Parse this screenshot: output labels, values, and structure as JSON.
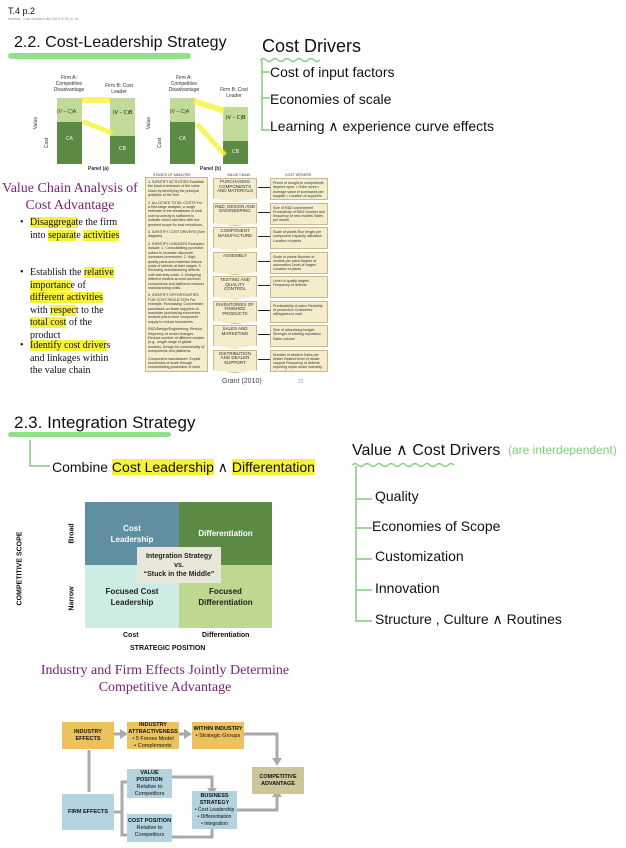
{
  "header": {
    "title": "T.4 p.2",
    "date": "martes, 3 de octubre de 2023   6:32 p. m."
  },
  "section1": {
    "heading": "2.2. Cost-Leadership Strategy",
    "chart": {
      "firm_a": "Firm A: Competitive Disadvantage",
      "firm_b": "Firm B: Cost Leader",
      "value_label": "Value",
      "cost_label": "Cost",
      "va": "(V – C)A",
      "vb": "(V – C)B",
      "ca": "CA",
      "cb": "CB",
      "panel_a": "Panel (a)",
      "panel_b": "Panel (b)"
    },
    "drivers": {
      "title": "Cost Drivers",
      "items": [
        "Cost of input factors",
        "Economies of scale",
        "Learning ∧ experience curve effects"
      ]
    }
  },
  "value_chain": {
    "title": "Value Chain Analysis of Cost Advantage",
    "bullets": [
      {
        "parts": [
          "Disaggregat",
          "e the firm into ",
          "separat",
          "e ",
          "activities"
        ]
      },
      {
        "parts": [
          "Establish the ",
          "relative importanc",
          "e of ",
          "different activities",
          " with ",
          "respec",
          "t to the ",
          "total cost",
          " of the product"
        ]
      },
      {
        "parts": [
          "Identify cost driver",
          "s and linkages within the value chain"
        ]
      }
    ],
    "col_headers": [
      "STAGES OF ANALYSIS",
      "VALUE CHAIN",
      "COST DRIVERS"
    ],
    "stages": [
      "1. IDENTIFY ACTIVITIES Establish the basic framework of the value chain by identifying the principal activities of the firm.",
      "2. ALLOCATE TOTAL COSTS For a first-stage analysis, a rough estimate of the breakdown of total cost by activity is sufficient to indicate which activities offer the greatest scope for cost reductions.",
      "3. IDENTIFY COST DRIVERS (See diagram)",
      "4. IDENTIFY LINKAGES Examples include: 1. Consolidating purchase orders to increase discounts increases inventories. 2. High-quality parts and materials reduce costs of defects at later stages. 3. Reducing manufacturing defects cuts warranty costs. 4. Designing different models around common components and platforms reduces manufacturing costs.",
      "5. IDENTIFY OPPORTUNITIES FOR COST REDUCTION For example: Purchasing: Concentrate purchases on fewer suppliers to maximize purchasing economies. Institute just-in-time component supply to reduce inventories.",
      "R&D/Design/Engineering: Reduce frequency of model changes. Reduce number of different models (e.g., single range of global models). Design for commonality of components and platforms.",
      "Component manufacture: Exploit economies of scale through concentrating production of each component on fewer plants. Outsource wherever scale of production or run lengths are suboptimal or where outside suppliers have technology advantages. For labor-intensive components (e.g., seats, dashboards, trim), relocate production to low-wage countries. Improve capacity utilization through plant rationalization or supplying components to other manufacturers."
    ],
    "chain": [
      "PURCHASING COMPONENTS AND MATERIALS",
      "R&D, DESIGN AND ENGINEERING",
      "COMPONENT MANUFACTURE",
      "ASSEMBLY",
      "TESTING AND QUALITY CONTROL",
      "INVENTORIES OF FINISHED PRODUCTS",
      "SALES AND MARKETING",
      "DISTRIBUTION AND DEALER SUPPORT"
    ],
    "cost_drivers": [
      "Prices of bought-in components depend upon: • Order sizes • Average value of purchases per supplier • Location of suppliers",
      "Size of R&D commitment Productivity of R&D Number and frequency of new models Sales per model",
      "Scale of plants Run length per component Capacity utilization Location of plants",
      "Scale of plants Number of models per plant Degree of automation Level of wages Location of plants",
      "Level of quality targets Frequency of defects",
      "Predictability of sales Flexibility of production Customers' willingness to wait",
      "Size of advertising budget Strength of existing reputation Sales volume",
      "Number of dealers Sales per dealer Desired level of dealer support Frequency of defects requiring repair under warranty of recalls"
    ],
    "source": "Grant (2010)",
    "page_number": "22"
  },
  "section2": {
    "heading": "2.3. Integration Strategy",
    "combine": [
      "Combine ",
      "Cost Leadership",
      " ∧ ",
      "Differentation"
    ],
    "matrix": {
      "cells": [
        "Cost Leadership",
        "Differentiation",
        "Focused Cost Leadership",
        "Focused Differentiation"
      ],
      "center": [
        "Integration Strategy",
        "vs.",
        "“Stuck in the Middle”"
      ],
      "y_axis": "COMPETITIVE SCOPE",
      "y_ticks": [
        "Broad",
        "Narrow"
      ],
      "x_ticks": [
        "Cost",
        "Differentiation"
      ],
      "x_axis": "STRATEGIC POSITION",
      "colors": [
        "#5f8fa0",
        "#5a8a43",
        "#cdece4",
        "#bfd890"
      ]
    },
    "effects_title": "Industry and Firm Effects Jointly Determine Competitive Advantage",
    "flow": {
      "industry_effects": "INDUSTRY EFFECTS",
      "industry_attr": "INDUSTRY ATTRACTIVENESS",
      "industry_attr_items": [
        "• 5 Forces Model",
        "• Complements"
      ],
      "within": "WITHIN INDUSTRY",
      "within_items": [
        "• Strategic Groups"
      ],
      "comp_adv": "COMPETITIVE ADVANTAGE",
      "firm_effects": "FIRM EFFECTS",
      "value_pos": "VALUE POSITION",
      "value_pos_sub": "Relative to Competitors",
      "cost_pos": "COST POSITION",
      "cost_pos_sub": "Relative to Competitors",
      "biz": "BUSINESS STRATEGY",
      "biz_items": [
        "• Cost Leadership",
        "• Differentiation",
        "• Integration"
      ]
    },
    "drivers": {
      "title": "Value ∧ Cost Drivers",
      "note": "(are interdependent)",
      "items": [
        "Quality",
        "Economies of Scope",
        "Customization",
        "Innovation",
        "Structure , Culture ∧ Routines"
      ]
    }
  }
}
